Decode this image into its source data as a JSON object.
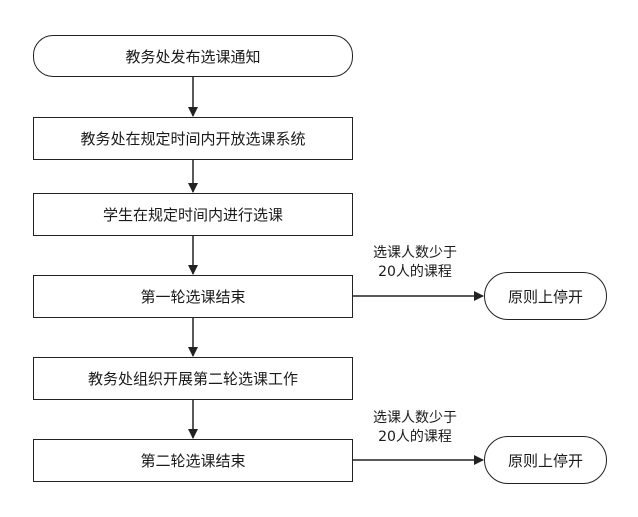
{
  "diagram": {
    "nodes": {
      "start": "教务处发布选课通知",
      "open_system": "教务处在规定时间内开放选课系统",
      "student_select": "学生在规定时间内进行选课",
      "round1_end": "第一轮选课结束",
      "organize_round2": "教务处组织开展第二轮选课工作",
      "round2_end": "第二轮选课结束",
      "stop1": "原则上停开",
      "stop2": "原则上停开"
    },
    "edge_labels": {
      "cond1": [
        "选课人数少于",
        "20人的课程"
      ],
      "cond2": [
        "选课人数少于",
        "20人的课程"
      ]
    }
  }
}
